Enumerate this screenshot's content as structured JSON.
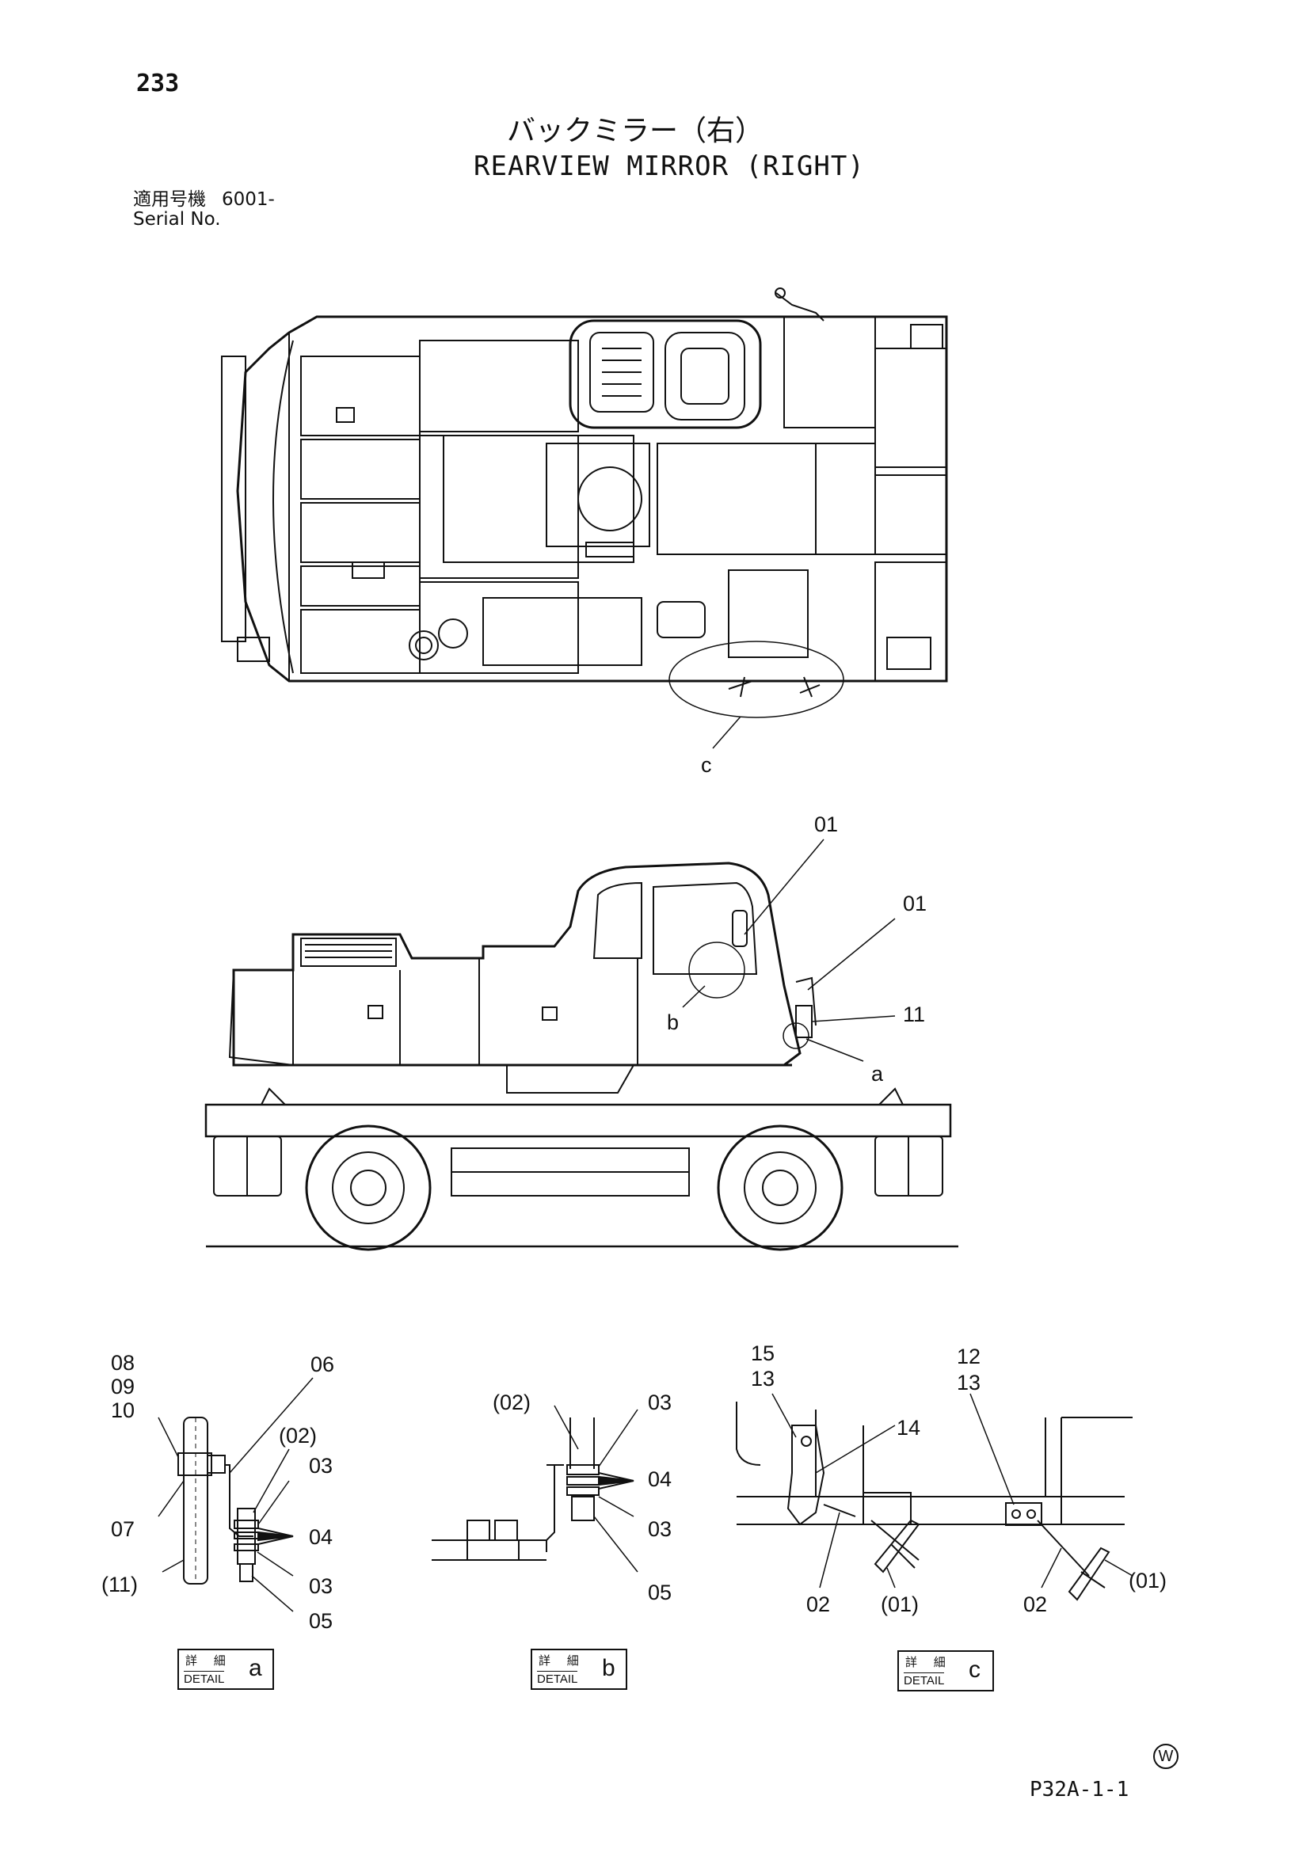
{
  "page": {
    "number": "233",
    "title_jp": "バックミラー（右）",
    "title_en": "REARVIEW MIRROR (RIGHT)",
    "serial_label_jp": "適用号機",
    "serial_value": "6001-",
    "serial_label_en": "Serial No.",
    "doc_code": "P32A-1-1",
    "w_mark": "W"
  },
  "top_view": {
    "callout": "c"
  },
  "side_view": {
    "callouts": [
      "01",
      "01",
      "11",
      "a",
      "b"
    ]
  },
  "detail_a": {
    "callouts": [
      "08",
      "09",
      "10",
      "06",
      "(02)",
      "03",
      "07",
      "04",
      "(11)",
      "03",
      "05"
    ],
    "box_jp": "詳 細",
    "box_en": "DETAIL",
    "box_letter": "a"
  },
  "detail_b": {
    "callouts": [
      "(02)",
      "03",
      "04",
      "03",
      "05"
    ],
    "box_jp": "詳 細",
    "box_en": "DETAIL",
    "box_letter": "b"
  },
  "detail_c": {
    "callouts": [
      "15",
      "13",
      "14",
      "12",
      "13",
      "02",
      "(01)",
      "02",
      "(01)"
    ],
    "box_jp": "詳 細",
    "box_en": "DETAIL",
    "box_letter": "c"
  }
}
